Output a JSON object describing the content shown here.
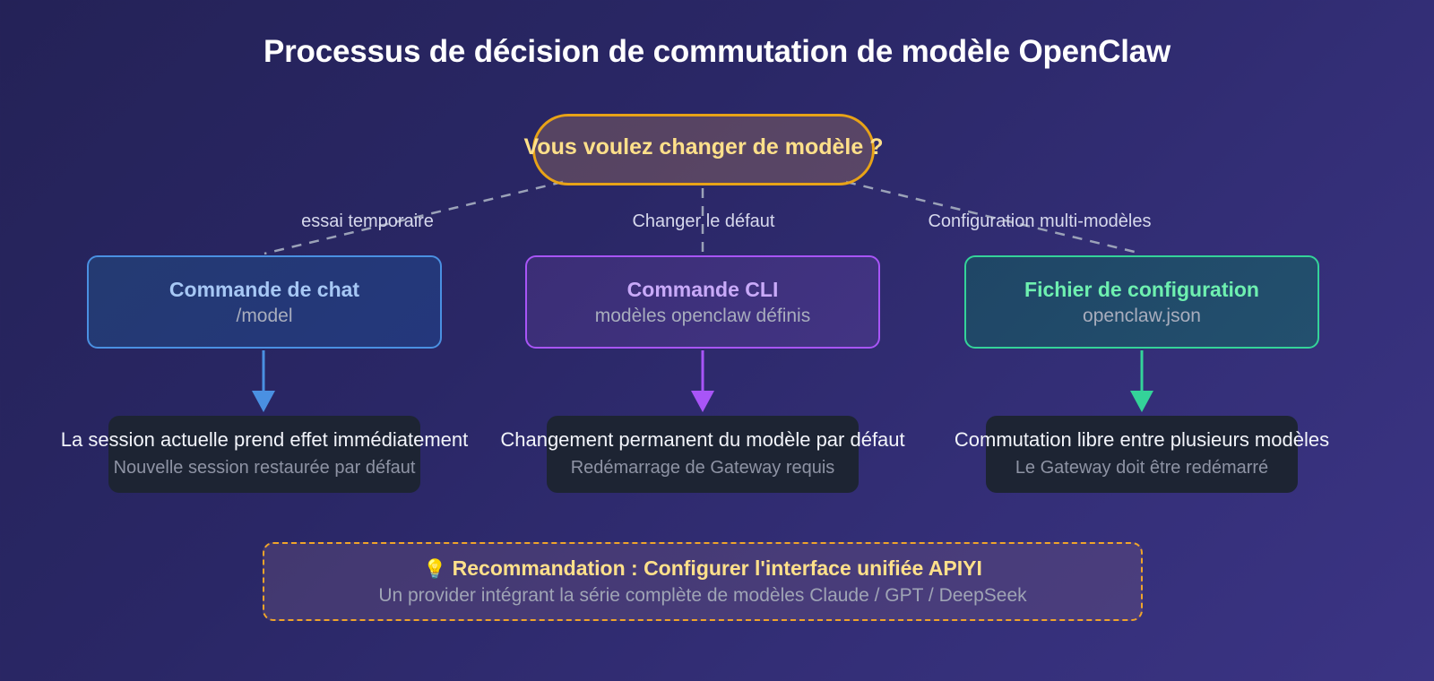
{
  "page": {
    "title": "Processus de décision de commutation de modèle OpenClaw",
    "background_from": "#242257",
    "background_to": "#3b3484"
  },
  "root_node": {
    "label": "Vous voulez changer de modèle ?",
    "border_color": "#e8a317",
    "text_color": "#ffe08a"
  },
  "edges": [
    {
      "label": "essai temporaire"
    },
    {
      "label": "Changer le défaut"
    },
    {
      "label": "Configuration multi-modèles"
    }
  ],
  "options": [
    {
      "title": "Commande de chat",
      "subtitle": "/model",
      "accent": "#4a90e2",
      "title_color": "#a7c8f5"
    },
    {
      "title": "Commande CLI",
      "subtitle": "modèles openclaw définis",
      "accent": "#a855f7",
      "title_color": "#c9aaf9"
    },
    {
      "title": "Fichier de configuration",
      "subtitle": "openclaw.json",
      "accent": "#34d399",
      "title_color": "#6ef0b0"
    }
  ],
  "results": [
    {
      "main": "La session actuelle prend effet immédiatement",
      "sub": "Nouvelle session restaurée par défaut",
      "arrow_color": "#4a90e2"
    },
    {
      "main": "Changement permanent du modèle par défaut",
      "sub": "Redémarrage de Gateway requis",
      "arrow_color": "#a855f7"
    },
    {
      "main": "Commutation libre entre plusieurs modèles",
      "sub": "Le Gateway doit être redémarré",
      "arrow_color": "#34d399"
    }
  ],
  "recommendation": {
    "icon": "light-bulb-icon",
    "icon_glyph": "💡",
    "title": "Recommandation : Configurer l'interface unifiée APIYI",
    "subtitle": "Un provider intégrant la série complète de modèles Claude / GPT / DeepSeek",
    "border_color": "#f0a42a",
    "title_color": "#ffe08a"
  }
}
